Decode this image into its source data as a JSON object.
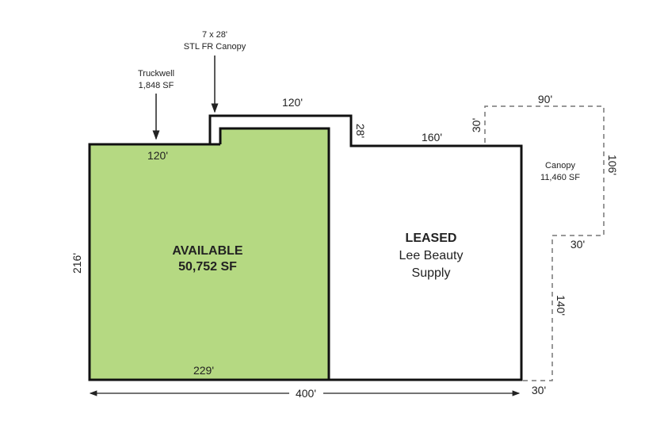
{
  "colors": {
    "available": "#b5d982",
    "wall": "#111111",
    "dashed": "#777777"
  },
  "callouts": {
    "canopy_line1": "7 x 28'",
    "canopy_line2": "STL FR Canopy",
    "truckwell_line1": "Truckwell",
    "truckwell_line2": "1,848 SF",
    "side_canopy_line1": "Canopy",
    "side_canopy_line2": "11,460 SF"
  },
  "dimensions": {
    "top_mid": "120'",
    "step": "28'",
    "top_right": "160'",
    "left_top": "120'",
    "left": "216'",
    "bottom_green": "229'",
    "overall": "400'",
    "canopy_top": "90'",
    "canopy_left": "30'",
    "canopy_right": "106'",
    "canopy_step": "30'",
    "canopy_lower": "140'",
    "canopy_bottom": "30'"
  },
  "spaces": {
    "available": {
      "status": "AVAILABLE",
      "area": "50,752 SF"
    },
    "leased": {
      "status": "LEASED",
      "tenant_line1": "Lee Beauty",
      "tenant_line2": "Supply"
    }
  }
}
